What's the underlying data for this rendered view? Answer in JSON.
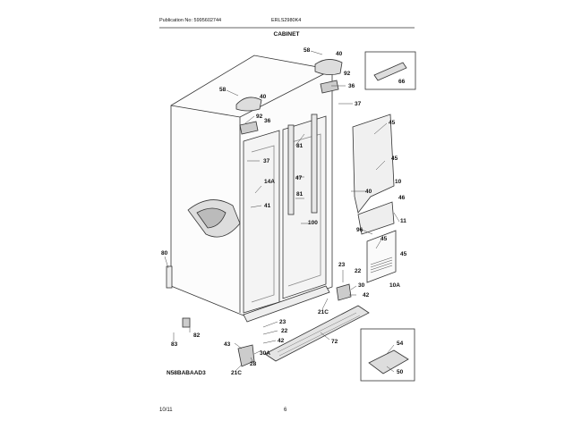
{
  "header": {
    "publication": "Publication No: 5995602744",
    "model": "ERLS2980K4",
    "section_title": "CABINET"
  },
  "footer": {
    "date": "10/11",
    "page_number": "6"
  },
  "diagram": {
    "code": "N58BABAAD3",
    "callouts": [
      "58",
      "40",
      "92",
      "36",
      "66",
      "58",
      "40",
      "92",
      "36",
      "37",
      "37",
      "45",
      "81",
      "47",
      "45",
      "10",
      "81",
      "40",
      "14A",
      "46",
      "41",
      "11",
      "96",
      "45",
      "100",
      "45",
      "80",
      "23",
      "22",
      "30",
      "42",
      "10A",
      "21C",
      "23",
      "22",
      "42",
      "82",
      "83",
      "72",
      "43",
      "30A",
      "28",
      "21C",
      "54",
      "50"
    ]
  }
}
